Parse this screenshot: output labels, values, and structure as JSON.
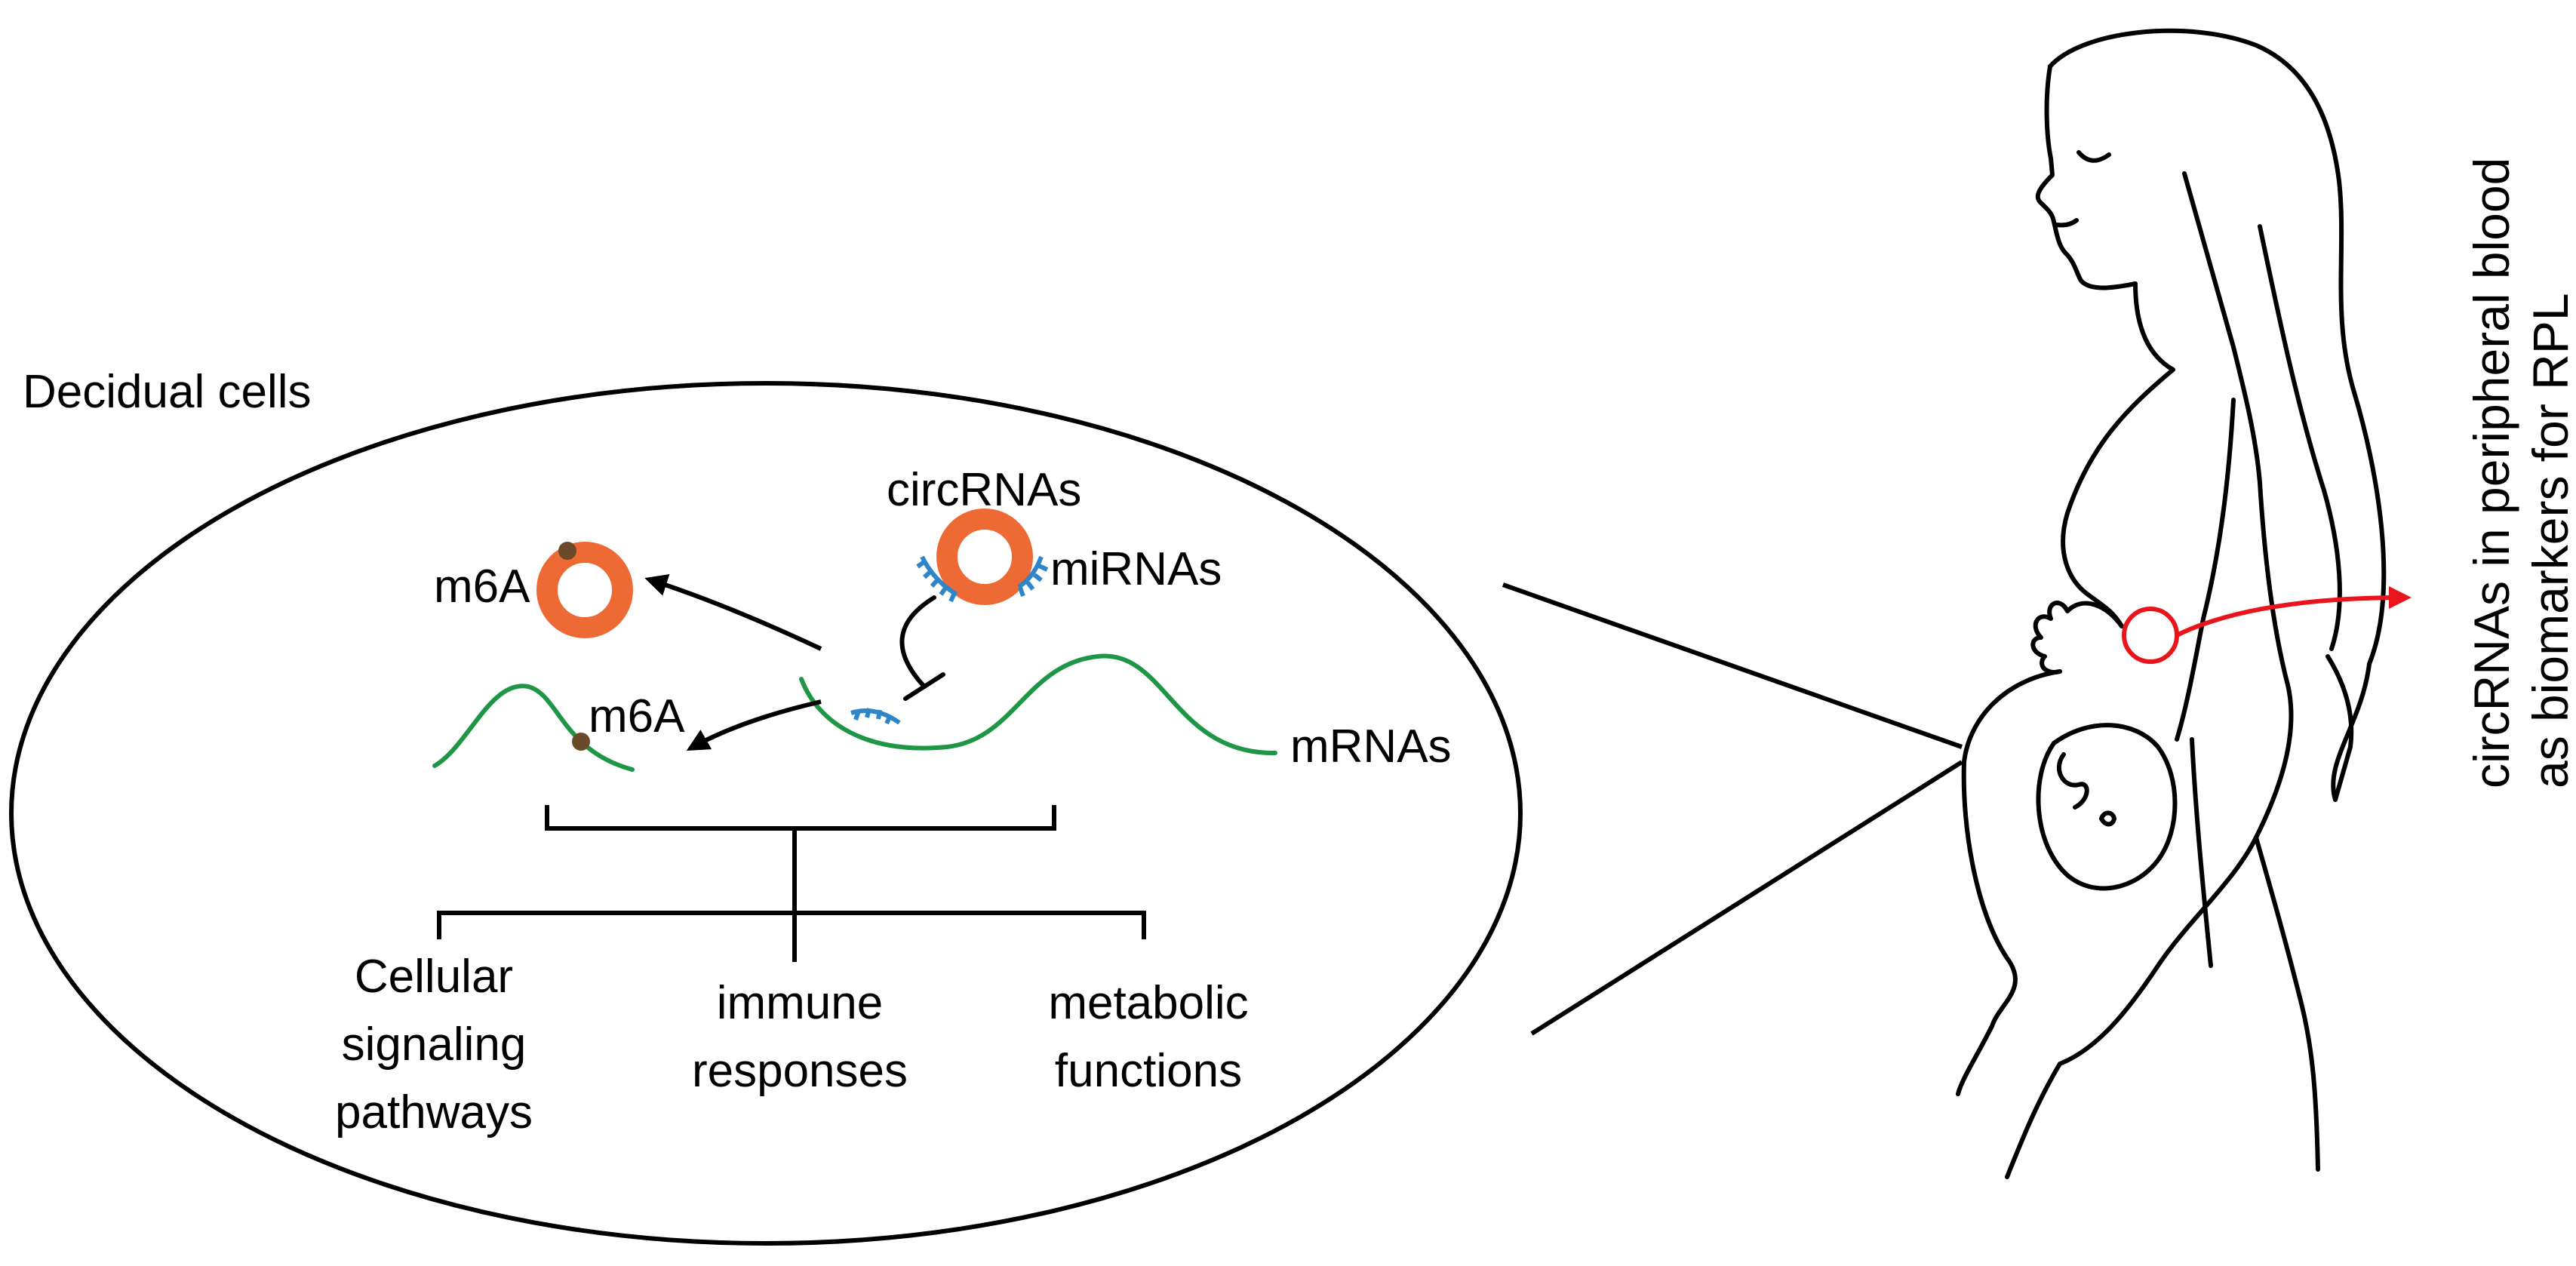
{
  "colors": {
    "circ_ring": "#ED6A35",
    "mrna": "#1E9646",
    "mirna": "#2E86C8",
    "m6a_dot": "#6B4A2A",
    "blood_highlight": "#E8161C",
    "outline": "#000000"
  },
  "labels": {
    "decidual_cells": "Decidual cells",
    "circrnas": "circRNAs",
    "mirnas": "miRNAs",
    "m6a_top": "m6A",
    "m6a_mid": "m6A",
    "mrnas": "mRNAs",
    "cellular_line1": "Cellular",
    "cellular_line2": "signaling",
    "cellular_line3": "pathways",
    "immune_line1": "immune",
    "immune_line2": "responses",
    "metabolic_line1": "metabolic",
    "metabolic_line2": "functions",
    "blood_line1": "circRNAs in peripheral blood",
    "blood_line2": "as biomarkers for RPL"
  }
}
